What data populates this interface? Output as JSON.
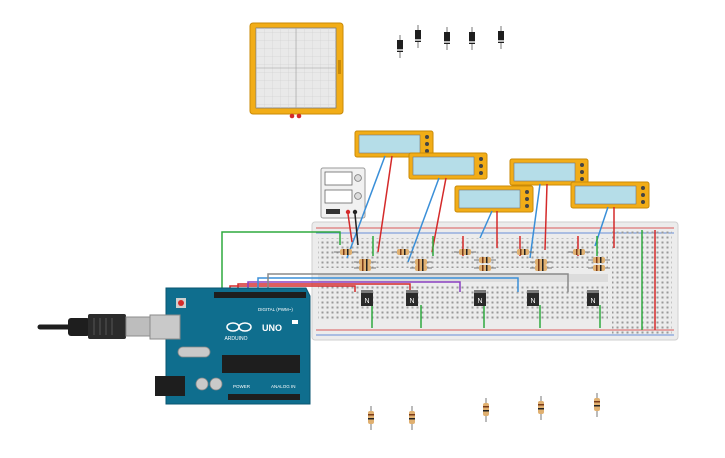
{
  "canvas": {
    "background": "#ffffff"
  },
  "colors": {
    "arduino_board": "#0f6e8e",
    "breadboard": "#ececec",
    "instrument_frame": "#f2ad17",
    "lcd": "#b5dde8",
    "wire_red": "#d42a2a",
    "wire_green": "#2eaa3e",
    "wire_blue": "#3a8fd8",
    "wire_purple": "#8a3fc1",
    "wire_gray": "#8a8a8a",
    "wire_black": "#222222",
    "mosfet": "#2a2a2a",
    "resistor_body": "#e0b070"
  },
  "oscilloscope": {
    "icon": "oscilloscope-icon"
  },
  "power_supply": {
    "icon": "power-supply-icon"
  },
  "multimeters": {
    "count": 5,
    "icon": "multimeter-icon"
  },
  "arduino": {
    "brand": "ARDUINO",
    "model": "UNO",
    "digital_label": "DIGITAL (PWM~)",
    "power_label": "POWER",
    "analog_label": "ANALOG IN"
  },
  "transistors": {
    "label": "N",
    "count": 5
  },
  "loose_diodes": {
    "count": 5
  },
  "loose_resistors": {
    "count": 5
  }
}
